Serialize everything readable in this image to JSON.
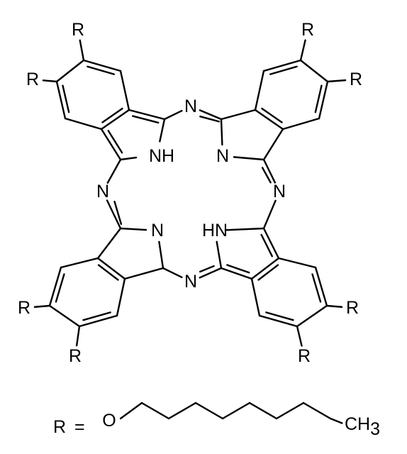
{
  "structure": {
    "substituent_symbol": "R",
    "core_labels": {
      "aza_bridge": "N",
      "pyrrole_nh": "NH",
      "pyrrole_hn": "HN",
      "pyrrole_n": "N"
    },
    "definition": {
      "lhs": "R",
      "equals": "=",
      "oxygen": "O",
      "terminal_c": "CH",
      "terminal_subscript": "3"
    }
  }
}
